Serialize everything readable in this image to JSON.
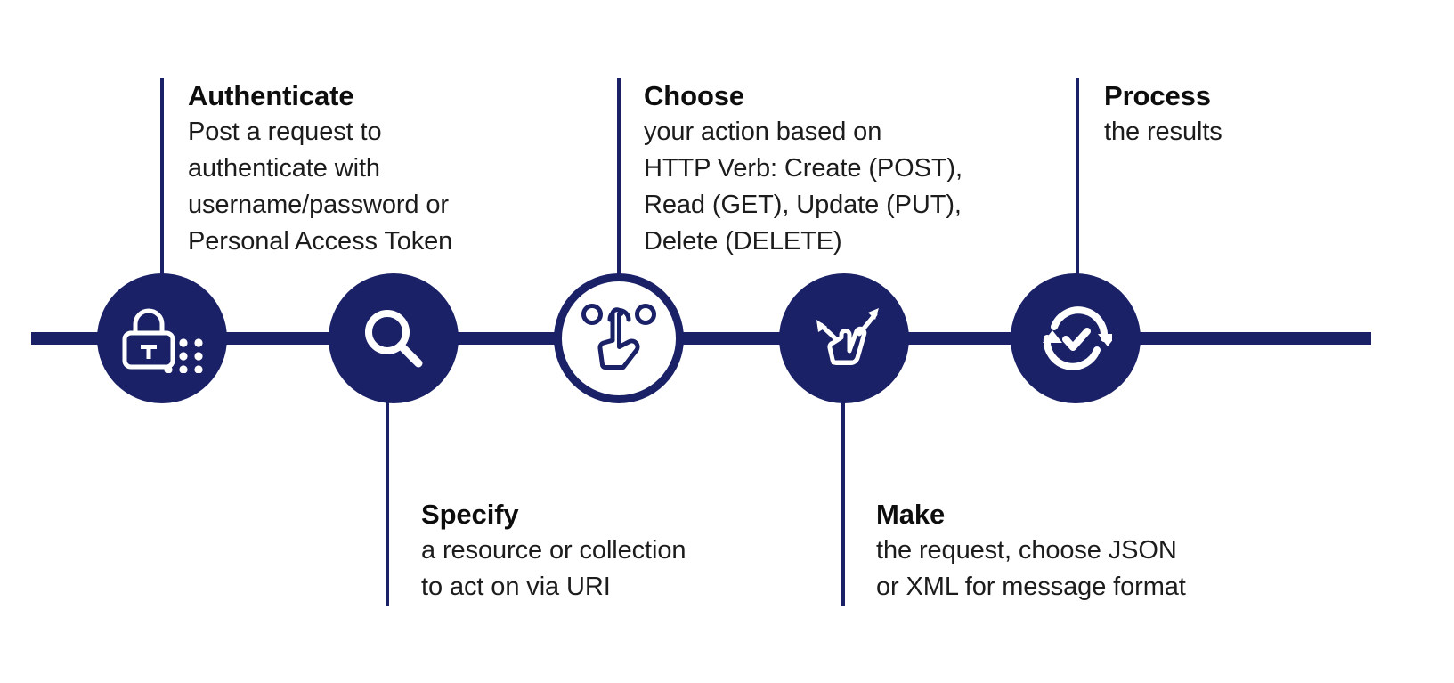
{
  "diagram": {
    "title": "REST API workflow timeline",
    "type": "horizontal-process-timeline",
    "colors": {
      "navy": "#1a2167",
      "white": "#ffffff",
      "text": "#111111"
    },
    "rail": {
      "orientation": "horizontal"
    },
    "steps": [
      {
        "index": 1,
        "icon": "padlock-keypad-icon",
        "position": "above",
        "state": "default",
        "title": "Authenticate",
        "body": "Post a request to\nauthenticate with\nusername/password or\nPersonal Access Token"
      },
      {
        "index": 2,
        "icon": "magnifying-glass-icon",
        "position": "below",
        "state": "default",
        "title": "Specify",
        "body": "a resource or collection\nto act on via URI"
      },
      {
        "index": 3,
        "icon": "pointing-hand-select-icon",
        "position": "above",
        "state": "active",
        "title": "Choose",
        "body": "your action based on\nHTTP Verb: Create (POST),\nRead (GET), Update (PUT),\nDelete (DELETE)"
      },
      {
        "index": 4,
        "icon": "hand-drag-arrows-icon",
        "position": "below",
        "state": "default",
        "title": "Make",
        "body": "the request, choose JSON\nor XML for message format"
      },
      {
        "index": 5,
        "icon": "refresh-check-icon",
        "position": "above",
        "state": "default",
        "title": "Process",
        "body": "the results"
      }
    ]
  }
}
